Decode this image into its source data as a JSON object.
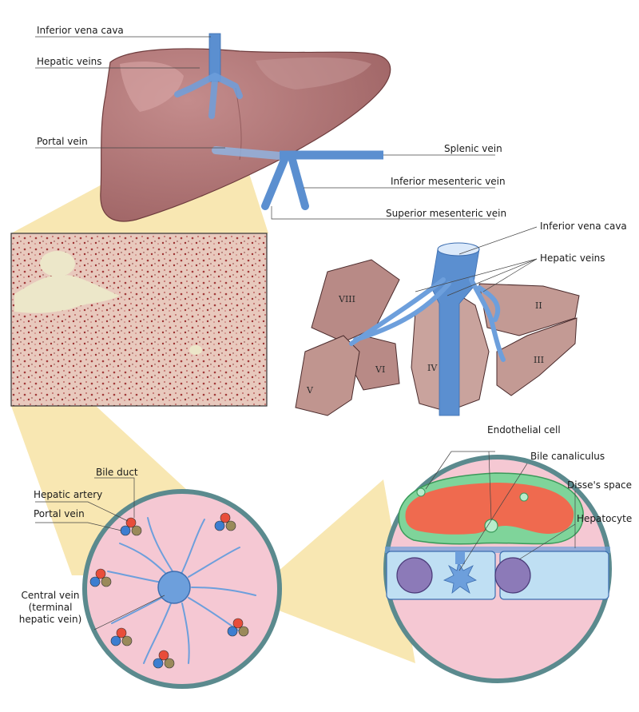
{
  "top_labels": {
    "inferior_vena_cava": "Inferior vena cava",
    "hepatic_veins": "Hepatic veins",
    "portal_vein": "Portal vein",
    "splenic_vein": "Splenic vein",
    "inferior_mesenteric_vein": "Inferior mesenteric vein",
    "superior_mesenteric_vein": "Superior mesenteric vein"
  },
  "segment_labels": {
    "inferior_vena_cava": "Inferior vena cava",
    "hepatic_veins": "Hepatic veins",
    "segments": [
      "VIII",
      "II",
      "VI",
      "IV",
      "III",
      "V"
    ]
  },
  "lobule_labels": {
    "bile_duct": "Bile duct",
    "hepatic_artery": "Hepatic artery",
    "portal_vein": "Portal vein",
    "central_vein_line1": "Central vein",
    "central_vein_line2": "(terminal",
    "central_vein_line3": "hepatic vein)"
  },
  "cell_labels": {
    "endothelial_cell": "Endothelial cell",
    "bile_canaliculus": "Bile canaliculus",
    "disses_space": "Disse's space",
    "hepatocyte": "Hepatocyte"
  },
  "colors": {
    "liver": "#a86a6a",
    "vein_blue": "#5b8fd0",
    "lobule_pink": "#f5c8d3",
    "ring_teal": "#5b8a8e",
    "zoom_yellow": "#f7e3a4",
    "cell_red": "#ef6a4f",
    "cell_green": "#7fd49a",
    "hepatocyte_blue": "#bfdff3",
    "nucleus_purple": "#8c7ab8"
  }
}
